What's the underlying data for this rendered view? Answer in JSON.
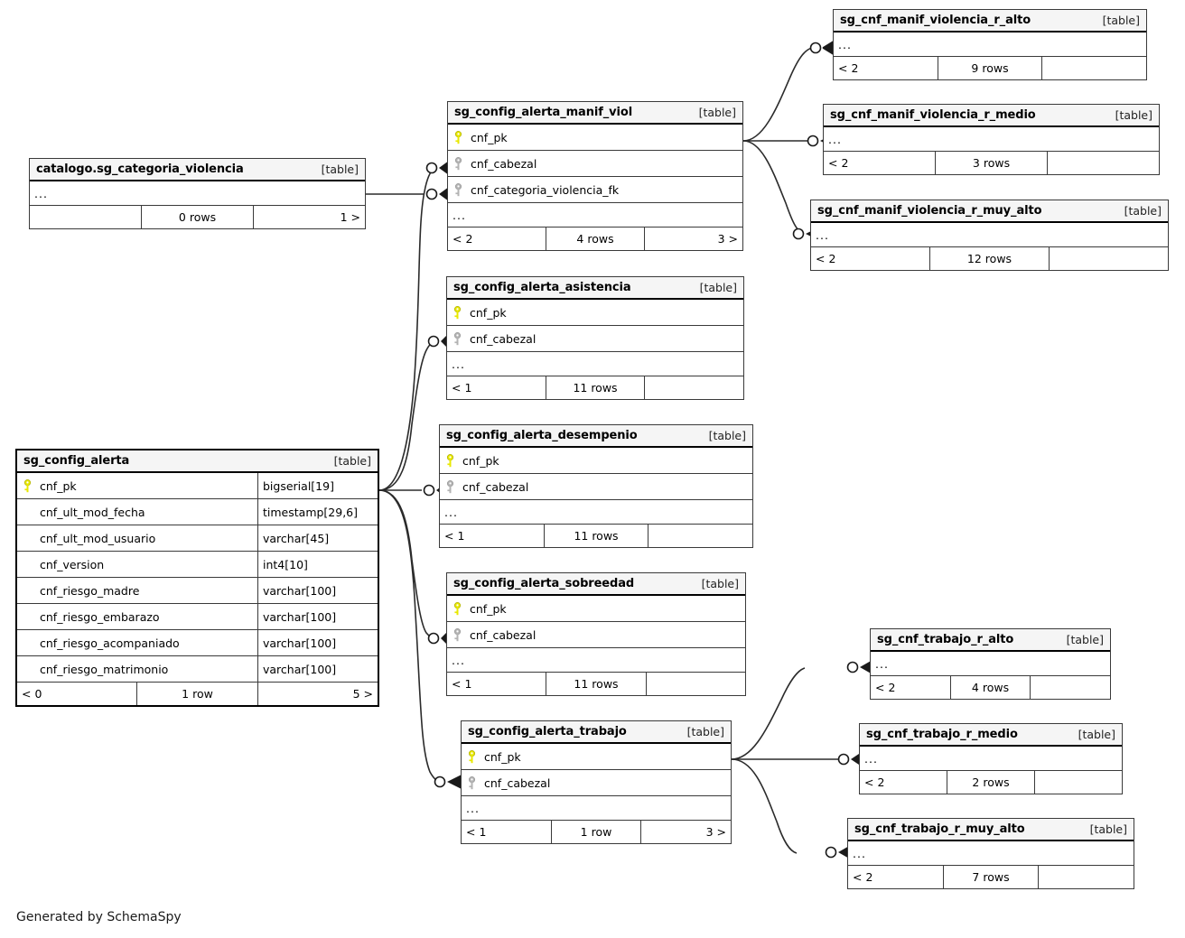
{
  "diagram": {
    "title": "SchemaSpy Relationships Diagram",
    "footer": "Generated by SchemaSpy",
    "table_tag": "[table]",
    "ellipsis": "...",
    "pk_color": "#e8e800",
    "fk_color": "#b3b3b3",
    "header_bg": "#f5f5f5",
    "border_color": "#3a3a3a"
  },
  "tables": [
    {
      "id": "sg_cnf_manif_violencia_r_alto",
      "name": "sg_cnf_manif_violencia_r_alto",
      "tag": "[table]",
      "columns": [],
      "has_ellipsis": true,
      "footer": {
        "left": "< 2",
        "center": "9 rows",
        "right": ""
      }
    },
    {
      "id": "sg_cnf_manif_violencia_r_medio",
      "name": "sg_cnf_manif_violencia_r_medio",
      "tag": "[table]",
      "columns": [],
      "has_ellipsis": true,
      "footer": {
        "left": "< 2",
        "center": "3 rows",
        "right": ""
      }
    },
    {
      "id": "sg_cnf_manif_violencia_r_muy_alto",
      "name": "sg_cnf_manif_violencia_r_muy_alto",
      "tag": "[table]",
      "columns": [],
      "has_ellipsis": true,
      "footer": {
        "left": "< 2",
        "center": "12 rows",
        "right": ""
      }
    },
    {
      "id": "sg_config_alerta_manif_viol",
      "name": "sg_config_alerta_manif_viol",
      "tag": "[table]",
      "columns": [
        {
          "name": "cnf_pk",
          "key": "pk",
          "type": ""
        },
        {
          "name": "cnf_cabezal",
          "key": "fk",
          "type": ""
        },
        {
          "name": "cnf_categoria_violencia_fk",
          "key": "fk",
          "type": ""
        }
      ],
      "has_ellipsis": true,
      "footer": {
        "left": "< 2",
        "center": "4 rows",
        "right": "3 >"
      }
    },
    {
      "id": "catalogo.sg_categoria_violencia",
      "name": "catalogo.sg_categoria_violencia",
      "tag": "[table]",
      "columns": [],
      "has_ellipsis": true,
      "footer": {
        "left": "",
        "center": "0 rows",
        "right": "1 >"
      }
    },
    {
      "id": "sg_config_alerta_asistencia",
      "name": "sg_config_alerta_asistencia",
      "tag": "[table]",
      "columns": [
        {
          "name": "cnf_pk",
          "key": "pk",
          "type": ""
        },
        {
          "name": "cnf_cabezal",
          "key": "fk",
          "type": ""
        }
      ],
      "has_ellipsis": true,
      "footer": {
        "left": "< 1",
        "center": "11 rows",
        "right": ""
      }
    },
    {
      "id": "sg_config_alerta_desempenio",
      "name": "sg_config_alerta_desempenio",
      "tag": "[table]",
      "columns": [
        {
          "name": "cnf_pk",
          "key": "pk",
          "type": ""
        },
        {
          "name": "cnf_cabezal",
          "key": "fk",
          "type": ""
        }
      ],
      "has_ellipsis": true,
      "footer": {
        "left": "< 1",
        "center": "11 rows",
        "right": ""
      }
    },
    {
      "id": "sg_config_alerta_sobreedad",
      "name": "sg_config_alerta_sobreedad",
      "tag": "[table]",
      "columns": [
        {
          "name": "cnf_pk",
          "key": "pk",
          "type": ""
        },
        {
          "name": "cnf_cabezal",
          "key": "fk",
          "type": ""
        }
      ],
      "has_ellipsis": true,
      "footer": {
        "left": "< 1",
        "center": "11 rows",
        "right": ""
      }
    },
    {
      "id": "sg_config_alerta_trabajo",
      "name": "sg_config_alerta_trabajo",
      "tag": "[table]",
      "columns": [
        {
          "name": "cnf_pk",
          "key": "pk",
          "type": ""
        },
        {
          "name": "cnf_cabezal",
          "key": "fk",
          "type": ""
        }
      ],
      "has_ellipsis": true,
      "footer": {
        "left": "< 1",
        "center": "1 row",
        "right": "3 >"
      }
    },
    {
      "id": "sg_config_alerta",
      "name": "sg_config_alerta",
      "tag": "[table]",
      "focus": true,
      "columns": [
        {
          "name": "cnf_pk",
          "key": "pk",
          "type": "bigserial[19]"
        },
        {
          "name": "cnf_ult_mod_fecha",
          "key": "none",
          "type": "timestamp[29,6]"
        },
        {
          "name": "cnf_ult_mod_usuario",
          "key": "none",
          "type": "varchar[45]"
        },
        {
          "name": "cnf_version",
          "key": "none",
          "type": "int4[10]"
        },
        {
          "name": "cnf_riesgo_madre",
          "key": "none",
          "type": "varchar[100]"
        },
        {
          "name": "cnf_riesgo_embarazo",
          "key": "none",
          "type": "varchar[100]"
        },
        {
          "name": "cnf_riesgo_acompaniado",
          "key": "none",
          "type": "varchar[100]"
        },
        {
          "name": "cnf_riesgo_matrimonio",
          "key": "none",
          "type": "varchar[100]"
        }
      ],
      "has_ellipsis": false,
      "footer": {
        "left": "< 0",
        "center": "1 row",
        "right": "5 >"
      }
    },
    {
      "id": "sg_cnf_trabajo_r_alto",
      "name": "sg_cnf_trabajo_r_alto",
      "tag": "[table]",
      "columns": [],
      "has_ellipsis": true,
      "footer": {
        "left": "< 2",
        "center": "4 rows",
        "right": ""
      }
    },
    {
      "id": "sg_cnf_trabajo_r_medio",
      "name": "sg_cnf_trabajo_r_medio",
      "tag": "[table]",
      "columns": [],
      "has_ellipsis": true,
      "footer": {
        "left": "< 2",
        "center": "2 rows",
        "right": ""
      }
    },
    {
      "id": "sg_cnf_trabajo_r_muy_alto",
      "name": "sg_cnf_trabajo_r_muy_alto",
      "tag": "[table]",
      "columns": [],
      "has_ellipsis": true,
      "footer": {
        "left": "< 2",
        "center": "7 rows",
        "right": ""
      }
    }
  ],
  "relationships": [
    {
      "from": "sg_config_alerta_manif_viol",
      "to": "sg_cnf_manif_violencia_r_alto"
    },
    {
      "from": "sg_config_alerta_manif_viol",
      "to": "sg_cnf_manif_violencia_r_medio"
    },
    {
      "from": "sg_config_alerta_manif_viol",
      "to": "sg_cnf_manif_violencia_r_muy_alto"
    },
    {
      "from": "catalogo.sg_categoria_violencia",
      "to": "sg_config_alerta_manif_viol"
    },
    {
      "from": "sg_config_alerta",
      "to": "sg_config_alerta_manif_viol"
    },
    {
      "from": "sg_config_alerta",
      "to": "sg_config_alerta_asistencia"
    },
    {
      "from": "sg_config_alerta",
      "to": "sg_config_alerta_desempenio"
    },
    {
      "from": "sg_config_alerta",
      "to": "sg_config_alerta_sobreedad"
    },
    {
      "from": "sg_config_alerta",
      "to": "sg_config_alerta_trabajo"
    },
    {
      "from": "sg_config_alerta_trabajo",
      "to": "sg_cnf_trabajo_r_alto"
    },
    {
      "from": "sg_config_alerta_trabajo",
      "to": "sg_cnf_trabajo_r_medio"
    },
    {
      "from": "sg_config_alerta_trabajo",
      "to": "sg_cnf_trabajo_r_muy_alto"
    }
  ]
}
